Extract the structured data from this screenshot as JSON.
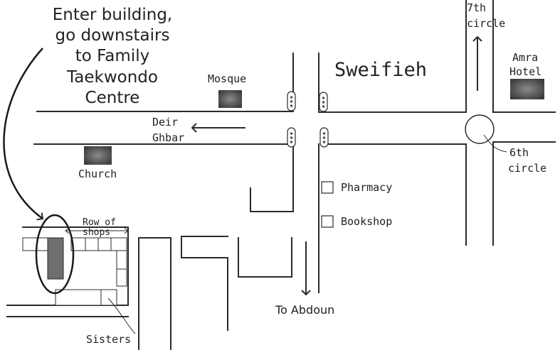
{
  "labels": {
    "directions": [
      "Enter building,",
      "go downstairs",
      "to Family",
      "Taekwondo",
      "Centre"
    ],
    "mosque": "Mosque",
    "area": "Sweifieh",
    "seventh_circle": [
      "7th",
      "circle"
    ],
    "amra_hotel": [
      "Amra",
      "Hotel"
    ],
    "deir_ghbar": [
      "Deir",
      "Ghbar"
    ],
    "church": "Church",
    "sixth_circle": [
      "6th",
      "circle"
    ],
    "pharmacy": "Pharmacy",
    "bookshop": "Bookshop",
    "row_of_shops": [
      "Row of",
      "shops"
    ],
    "to_abdoun": "To Abdoun",
    "sisters": "Sisters"
  },
  "colors": {
    "line": "#2b2b2b",
    "building": "#555555",
    "text": "#222222"
  },
  "icons": [
    "traffic-light-icon",
    "arrow-icon",
    "building-block-icon",
    "checkbox-icon"
  ]
}
